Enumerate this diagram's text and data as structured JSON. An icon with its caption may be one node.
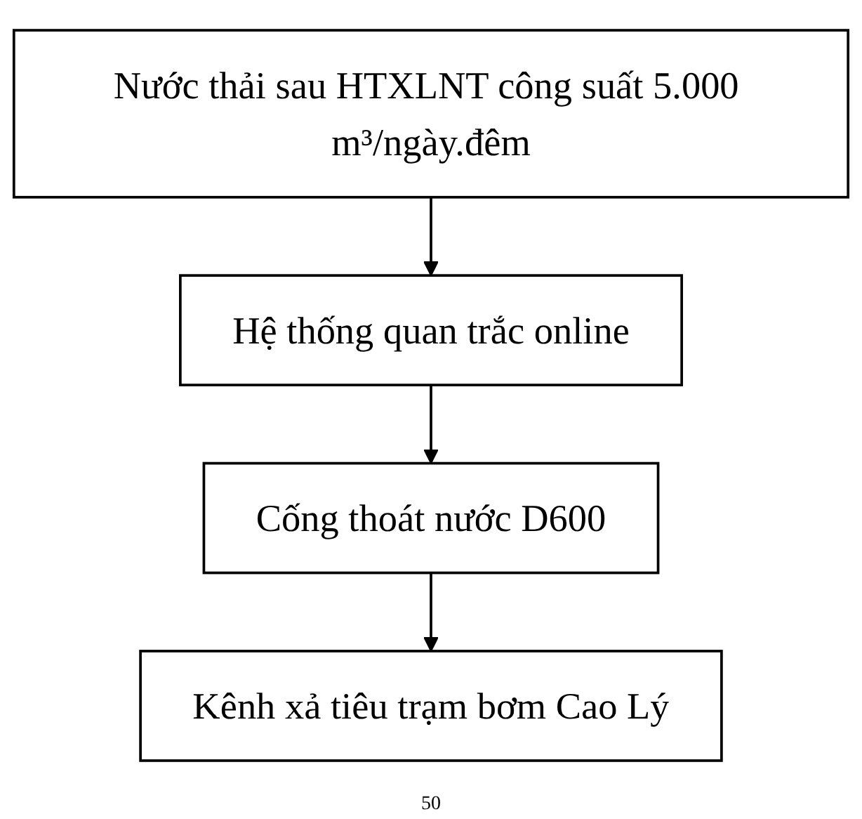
{
  "diagram": {
    "nodes": [
      {
        "text": [
          "Nước thải sau HTXLNT công suất 5.000 m³/ngày.đêm"
        ]
      },
      {
        "text": [
          "Hệ thống quan trắc online"
        ]
      },
      {
        "text": [
          "Cống thoát nước D600"
        ]
      },
      {
        "text": [
          "Kênh xả tiêu trạm bơm Cao Lý"
        ]
      }
    ],
    "edges": [
      {
        "from": 0,
        "to": 1,
        "arrow": "to"
      },
      {
        "from": 1,
        "to": 2,
        "arrow": "to"
      },
      {
        "from": 2,
        "to": 3,
        "arrow": "to"
      }
    ],
    "labels": [
      "50"
    ]
  }
}
